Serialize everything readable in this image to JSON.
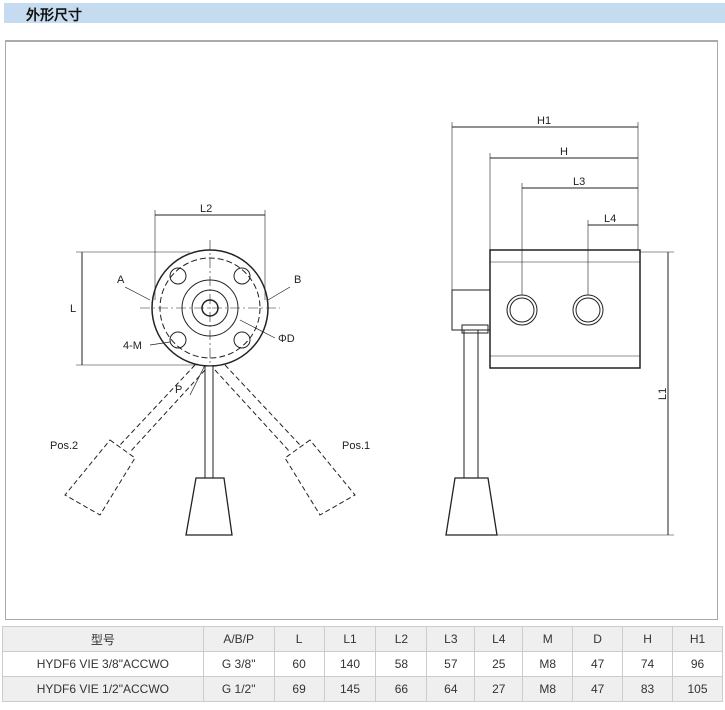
{
  "section_title": "外形尺寸",
  "drawing": {
    "labels": {
      "L2": "L2",
      "L": "L",
      "A": "A",
      "B": "B",
      "M": "4-M",
      "D": "ΦD",
      "P": "P",
      "pos1": "Pos.1",
      "pos2": "Pos.2",
      "H1": "H1",
      "H": "H",
      "L3": "L3",
      "L4": "L4",
      "L1": "L1"
    }
  },
  "table": {
    "headers": [
      "型号",
      "A/B/P",
      "L",
      "L1",
      "L2",
      "L3",
      "L4",
      "M",
      "D",
      "H",
      "H1"
    ],
    "rows": [
      [
        "HYDF6 VIE 3/8\"ACCWO",
        "G 3/8\"",
        "60",
        "140",
        "58",
        "57",
        "25",
        "M8",
        "47",
        "74",
        "96"
      ],
      [
        "HYDF6 VIE 1/2\"ACCWO",
        "G 1/2\"",
        "69",
        "145",
        "66",
        "64",
        "27",
        "M8",
        "47",
        "83",
        "105"
      ]
    ]
  }
}
